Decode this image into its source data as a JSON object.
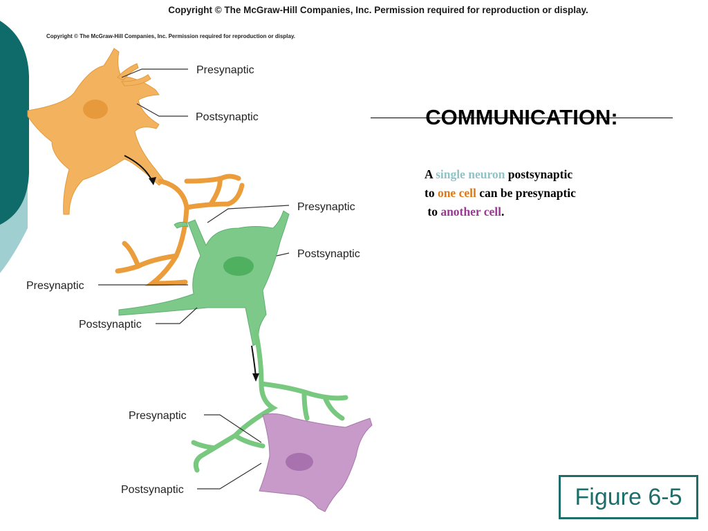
{
  "copyright_top": "Copyright © The McGraw-Hill Companies, Inc. Permission required for reproduction or display.",
  "copyright_small": "Copyright © The McGraw-Hill Companies, Inc. Permission required for reproduction or display.",
  "title": "COMMUNICATION:",
  "body": {
    "w1": "A ",
    "single_neuron": "single neuron",
    "w2": " postsynaptic",
    "w3": "to ",
    "one_cell": "one cell",
    "w4": " can be presynaptic",
    "w5": " to ",
    "another_cell": "another cell",
    "w6": "."
  },
  "diagram": {
    "labels": {
      "orange_presynaptic": "Presynaptic",
      "orange_postsynaptic": "Postsynaptic",
      "green_presynaptic_right": "Presynaptic",
      "green_postsynaptic_right": "Postsynaptic",
      "left_presynaptic": "Presynaptic",
      "left_postsynaptic": "Postsynaptic",
      "purple_presynaptic": "Presynaptic",
      "purple_postsynaptic": "Postsynaptic"
    },
    "colors": {
      "orange_neuron": "#f2b25e",
      "green_neuron": "#7cc98a",
      "purple_neuron": "#c79ac9"
    }
  },
  "figure_label": "Figure 6-5",
  "colors": {
    "teal_dark": "#0f6b69",
    "teal_light": "#9fcfd0",
    "figure_border": "#1d6e6a"
  }
}
